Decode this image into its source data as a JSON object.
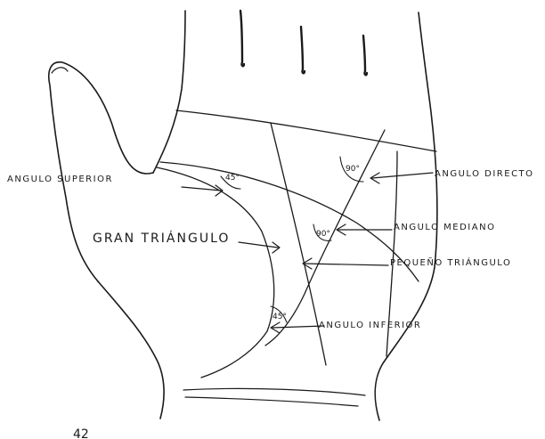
{
  "diagram": {
    "labels": {
      "angulo_superior": "ANGULO SUPERIOR",
      "gran_triangulo": "GRAN TRIÁNGULO",
      "angulo_directo": "ANGULO DIRECTO",
      "angulo_mediano": "ANGULO MEDIANO",
      "pequeno_triangulo": "PEQUEÑO TRIÁNGULO",
      "angulo_inferior": "ANGULO INFERIOR"
    },
    "angles": {
      "superior": "45°",
      "directo": "90°",
      "mediano": "90°",
      "inferior": "45°"
    },
    "page_number": "42"
  }
}
